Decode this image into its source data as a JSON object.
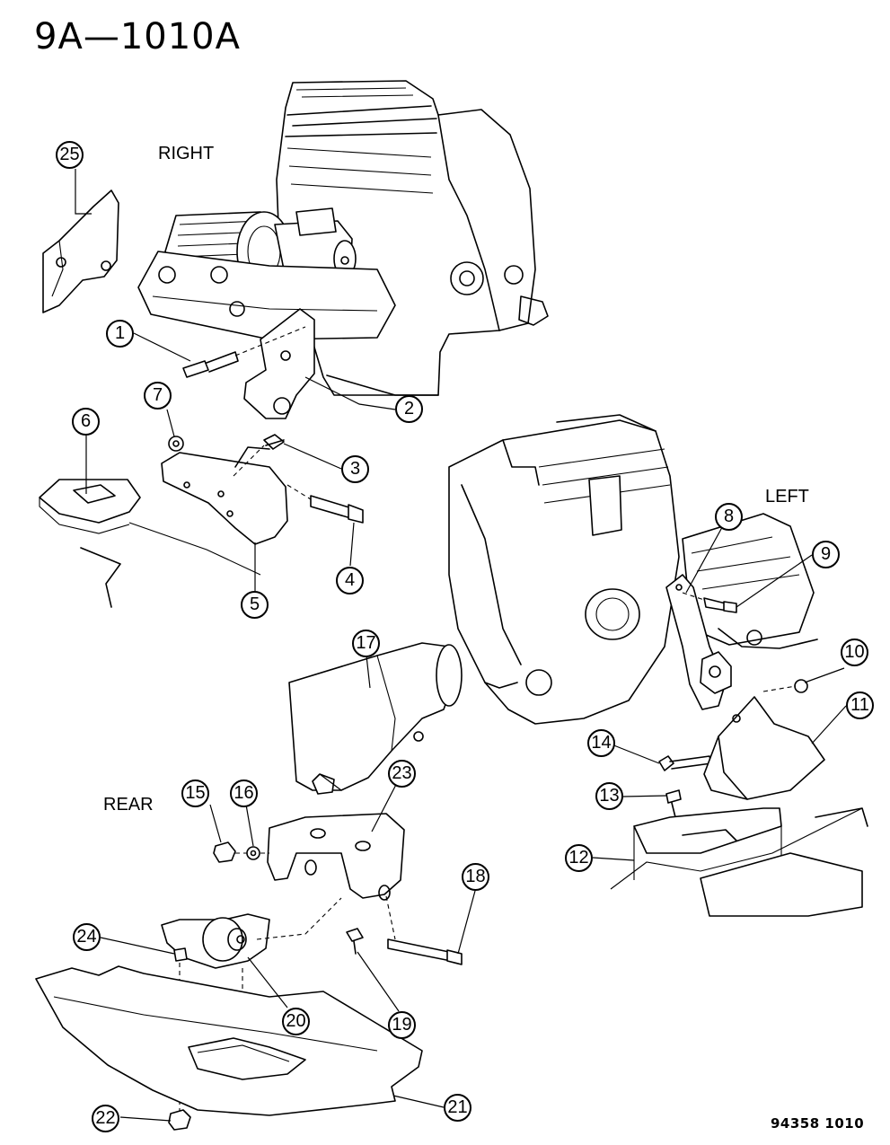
{
  "diagram": {
    "code": "9A—1010A",
    "footer_code": "94358 1010",
    "views": {
      "right": "RIGHT",
      "left": "LEFT",
      "rear": "REAR"
    },
    "callouts": [
      "1",
      "2",
      "3",
      "4",
      "5",
      "6",
      "7",
      "8",
      "9",
      "10",
      "11",
      "12",
      "13",
      "14",
      "15",
      "16",
      "17",
      "18",
      "19",
      "20",
      "21",
      "22",
      "23",
      "24",
      "25"
    ]
  }
}
